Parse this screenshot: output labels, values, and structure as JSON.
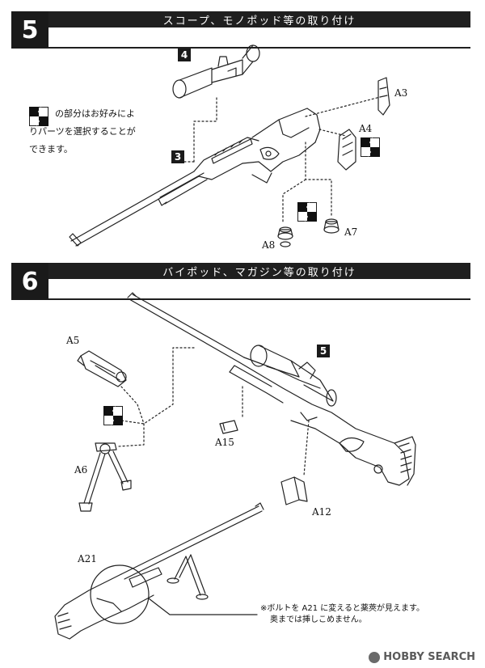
{
  "step5": {
    "number": "5",
    "title": "スコープ、モノポッド等の取り付け",
    "note_line1": "の部分はお好みによ",
    "note_line2": "りパーツを選択することが",
    "note_line3": "できます。",
    "callouts": {
      "box4": "4",
      "box3": "3"
    },
    "parts": {
      "a3": "A3",
      "a4": "A4",
      "a7": "A7",
      "a8": "A8"
    }
  },
  "step6": {
    "number": "6",
    "title": "バイポッド、マガジン等の取り付け",
    "callouts": {
      "box5": "5"
    },
    "parts": {
      "a5": "A5",
      "a6": "A6",
      "a15": "A15",
      "a12": "A12",
      "a21": "A21"
    },
    "note_line1": "※ボルトを A21 に変えると薬莢が見えます。",
    "note_line2": "奥までは挿しこめません。"
  },
  "watermark": {
    "text": "HOBBY SEARCH"
  },
  "colors": {
    "header_bg": "#1f1f1f",
    "line": "#222222",
    "paper": "#ffffff"
  },
  "icons": [
    "choice-arrows-icon",
    "scope-drawing",
    "rifle-drawing",
    "bipod-drawing",
    "hobby-search-logo-icon"
  ]
}
